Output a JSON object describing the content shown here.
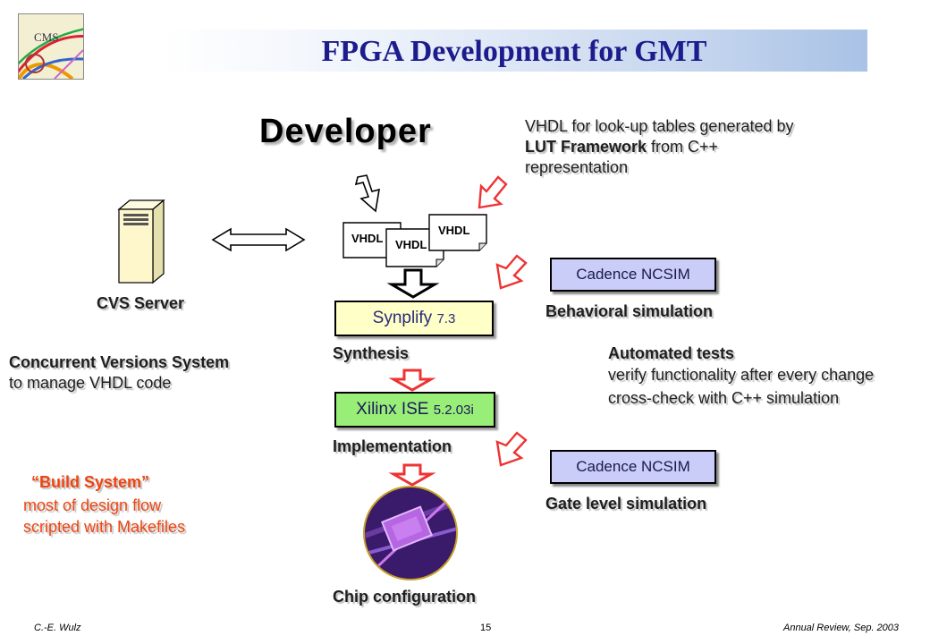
{
  "slide": {
    "title": "FPGA Development  for GMT",
    "logo_text": "CMS",
    "developer_label": "Developer",
    "vhdl_note": {
      "line1": "VHDL for look-up tables generated by",
      "line2_bold": "LUT Framework",
      "line2_rest": " from C++",
      "line3": "representation"
    },
    "vhdl_files": [
      "VHDL",
      "VHDL",
      "VHDL"
    ],
    "cvs_server_label": "CVS Server",
    "cvs_desc": {
      "line1": "Concurrent Versions System",
      "line2": "to manage VHDL code"
    },
    "build_system": {
      "line1": "“Build System”",
      "line2": "most of design flow",
      "line3": "scripted with Makefiles"
    },
    "synplify": {
      "name": "Synplify ",
      "version": "7.3"
    },
    "synthesis_label": "Synthesis",
    "xilinx": {
      "name": "Xilinx ISE ",
      "version": "5.2.03i"
    },
    "implementation_label": "Implementation",
    "chip_config_label": "Chip configuration",
    "ncsim_top": "Cadence NCSIM",
    "behavioral_label": "Behavioral simulation",
    "ncsim_bottom": "Cadence NCSIM",
    "gate_label": "Gate level simulation",
    "automated": {
      "line1": "Automated tests",
      "line2": "verify functionality after every change",
      "line3": "cross-check with C++ simulation"
    },
    "footer": {
      "author": "C.-E. Wulz",
      "page": "15",
      "event": "Annual Review, Sep. 2003"
    }
  },
  "colors": {
    "title_text": "#1c1c8c",
    "accent_red": "#ee4410",
    "synplify_fill": "#ffffc8",
    "xilinx_fill": "#99ee77",
    "ncsim_fill": "#c9cdf7"
  }
}
